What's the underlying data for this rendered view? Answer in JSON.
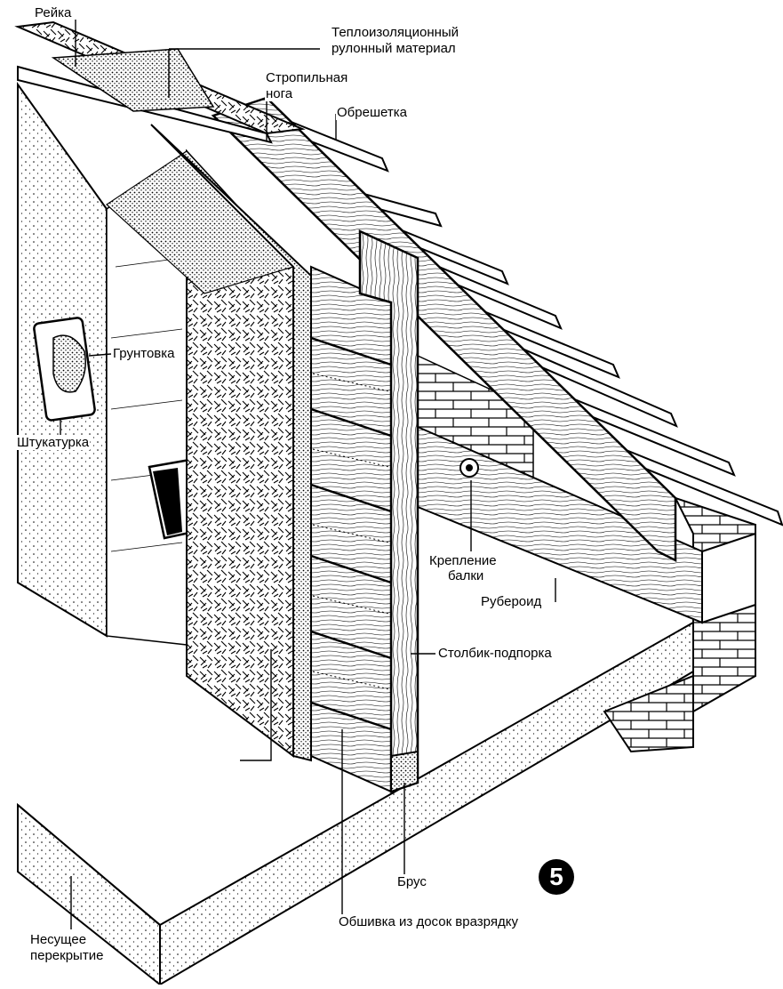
{
  "labels": {
    "reyka": "Рейка",
    "insulation_line1": "Теплоизоляционный",
    "insulation_line2": "рулонный материал",
    "rafter_line1": "Стропильная",
    "rafter_line2": "нога",
    "battens": "Обрешетка",
    "primer": "Грунтовка",
    "plaster": "Штукатурка",
    "beam_fix_line1": "Крепление",
    "beam_fix_line2": "балки",
    "roofing_felt": "Рубероид",
    "support_post": "Столбик-подпорка",
    "timber": "Брус",
    "boarding": "Обшивка из досок вразрядку",
    "floor_line1": "Несущее",
    "floor_line2": "перекрытие"
  },
  "figure_number": "5",
  "colors": {
    "ink": "#000000",
    "paper": "#ffffff",
    "wood": "#f4f1ea",
    "stucco": "#eeeeee",
    "brick": "#f7f7f7"
  }
}
